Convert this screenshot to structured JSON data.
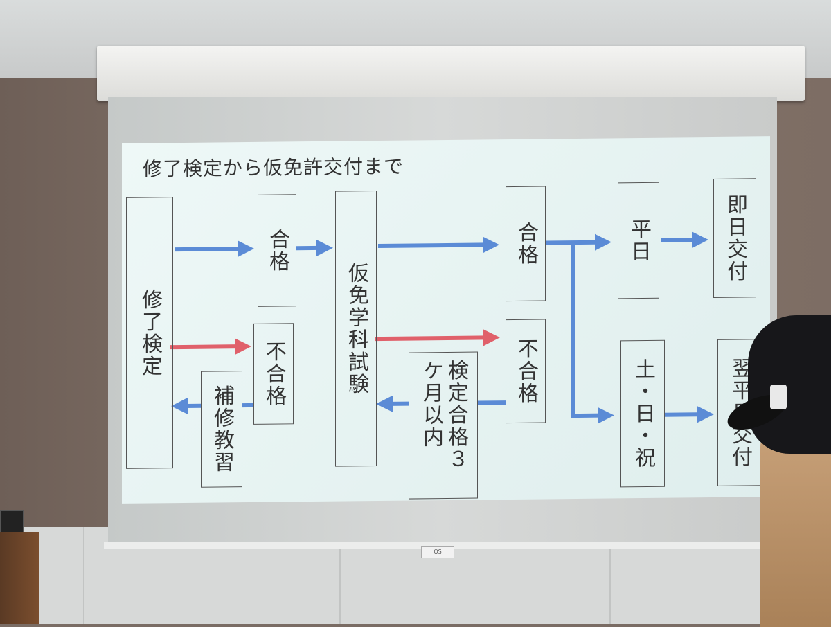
{
  "slide": {
    "title": "修了検定から仮免許交付まで"
  },
  "boxes": {
    "shuryo_kentei": "修了検定",
    "gokaku_1": "合格",
    "fugokaku_1": "不合格",
    "hoshu_kyoshu": "補修教習",
    "karimen_gakka": "仮免学科試験",
    "gokaku_2": "合格",
    "fugokaku_2": "不合格",
    "kentei_gokaku_3kagetsu": "検定合格３ケ月以内",
    "heijitsu": "平日",
    "sokujitsu_kofu": "即日交付",
    "donichi_shuku": "土・日・祝",
    "yokuheijitsu_kofu": "翌平日交付"
  },
  "colors": {
    "flow_pass": "#5b8bd6",
    "flow_fail": "#e0606a"
  },
  "device": {
    "projector_brand": "OS"
  }
}
